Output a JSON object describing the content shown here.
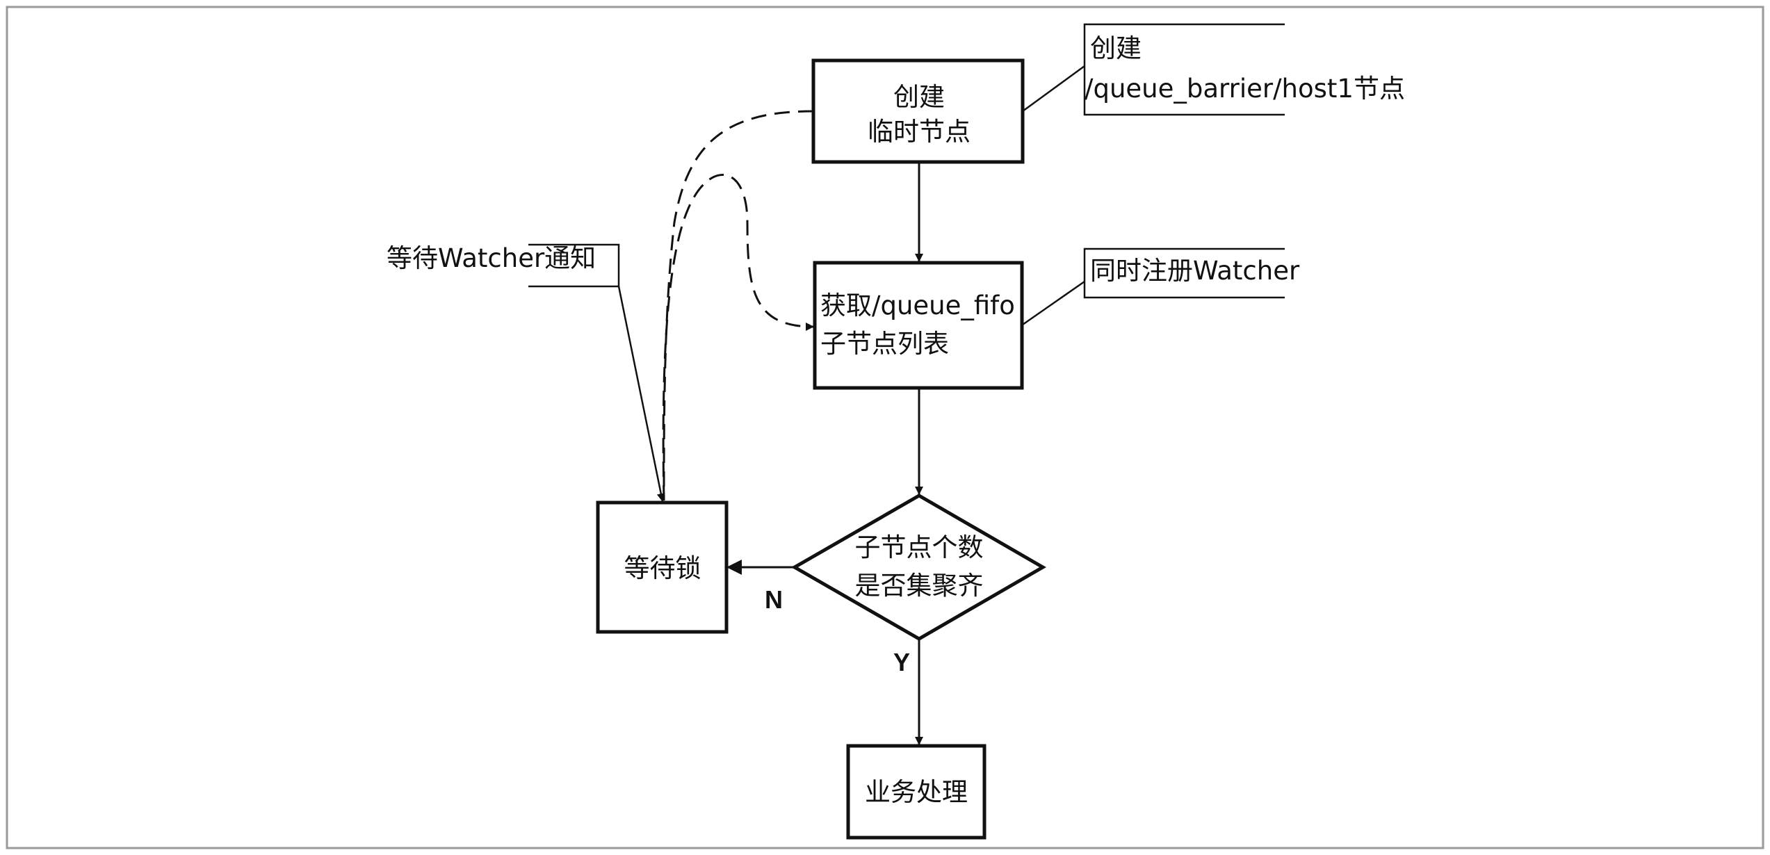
{
  "nodes": {
    "create_temp_node": {
      "line1": "创建",
      "line2": "临时节点"
    },
    "get_children": {
      "line1": "获取/queue_fifo",
      "line2": "子节点列表"
    },
    "decision": {
      "line1": "子节点个数",
      "line2": "是否集聚齐"
    },
    "wait_lock": {
      "label": "等待锁"
    },
    "business": {
      "label": "业务处理"
    }
  },
  "annotations": {
    "create_path": {
      "line1": "创建",
      "line2": "/queue_barrier/host1节点"
    },
    "register_watcher": {
      "text": "同时注册Watcher"
    },
    "wait_notify": {
      "text": "等待Watcher通知"
    }
  },
  "branches": {
    "no": "N",
    "yes": "Y"
  },
  "colors": {
    "stroke": "#111111",
    "frame": "#9a9a9a",
    "background": "#ffffff"
  }
}
